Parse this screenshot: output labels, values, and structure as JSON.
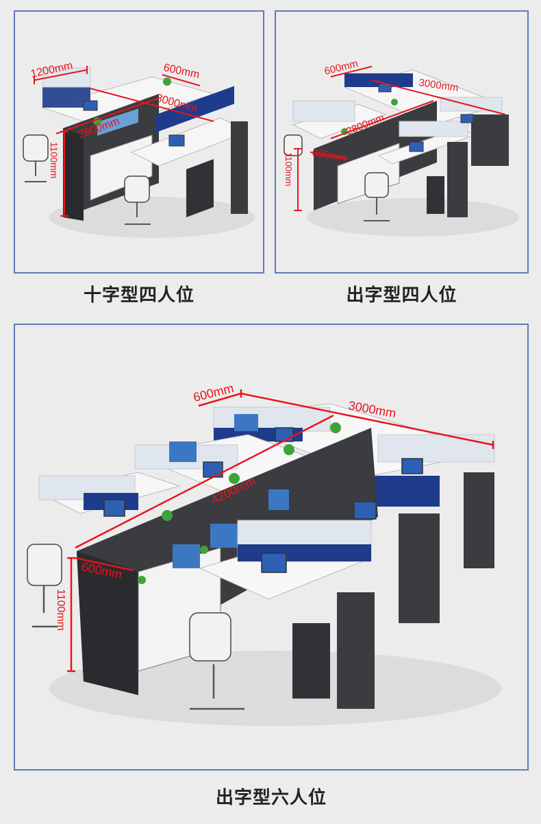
{
  "panels": {
    "cross_four": {
      "caption": "十字型四人位",
      "dims": {
        "w1200": "1200mm",
        "w600": "600mm",
        "w3000": "3000mm",
        "w2800": "2800mm",
        "h1100": "1100mm"
      }
    },
    "chu_four": {
      "caption": "出字型四人位",
      "dims": {
        "w600a": "600mm",
        "w3000": "3000mm",
        "w2800": "2800mm",
        "w600b": "600mm",
        "h1100": "1100mm"
      }
    },
    "chu_six": {
      "caption": "出字型六人位",
      "dims": {
        "w600a": "600mm",
        "w3000": "3000mm",
        "w4200": "4200mm",
        "w600b": "600mm",
        "h1100": "1100mm"
      }
    }
  },
  "colors": {
    "frame": "#5f7ab3",
    "dimension": "#e8141b",
    "screen_blue": "#1f3c8c",
    "cabinet": "#3a3c40"
  }
}
